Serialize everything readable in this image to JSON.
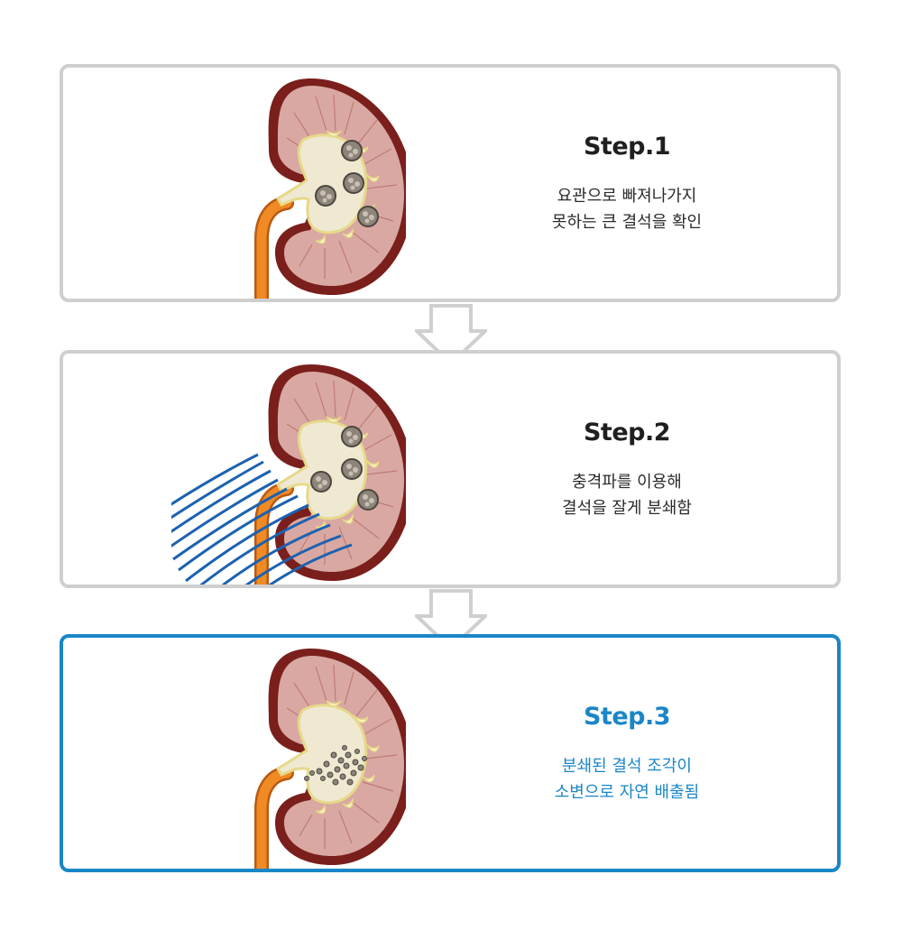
{
  "steps": [
    {
      "title": "Step.1",
      "line1": "요관으로 빠져나가지",
      "line2": "못하는 큰 결석을 확인",
      "kidney_state": "large-stones"
    },
    {
      "title": "Step.2",
      "line1": "충격파를 이용해",
      "line2": "결석을 잘게 분쇄함",
      "kidney_state": "shockwave"
    },
    {
      "title": "Step.3",
      "line1": "분쇄된 결석 조각이",
      "line2": "소변으로 자연 배출됨",
      "kidney_state": "fragments"
    }
  ],
  "active_step": 3,
  "colors": {
    "border_inactive": "#cfcfcf",
    "border_active": "#1a86c8",
    "accent": "#1a86c8",
    "kidney_cortex": "#7a1f1c",
    "kidney_inner": "#d9a8a2",
    "pelvis": "#efe9d2",
    "ureter": "#f08a24",
    "shockwave": "#1c62b0"
  }
}
